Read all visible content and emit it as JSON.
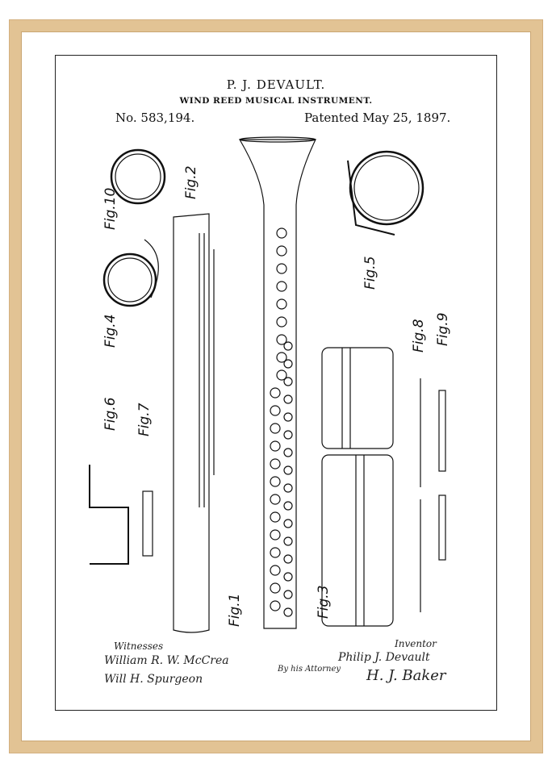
{
  "header": {
    "inventor": "P. J. DEVAULT.",
    "title": "WIND REED MUSICAL INSTRUMENT.",
    "patent_number": "No. 583,194.",
    "patent_date": "Patented May 25, 1897."
  },
  "figures": [
    "Fig.1",
    "Fig.2",
    "Fig.3",
    "Fig.4",
    "Fig.5",
    "Fig.6",
    "Fig.7",
    "Fig.8",
    "Fig.9",
    "Fig.10"
  ],
  "signatures": {
    "witnesses_label": "Witnesses",
    "witness_1": "William R. W. McCrea",
    "witness_2": "Will H. Spurgeon",
    "inventor_label": "Inventor",
    "inventor_name": "Philip J. Devault",
    "attorney_label": "By his Attorney",
    "attorney_name": "H. J. Baker"
  },
  "colors": {
    "frame": "#e2c394",
    "ink": "#111111",
    "mat": "#ffffff"
  }
}
